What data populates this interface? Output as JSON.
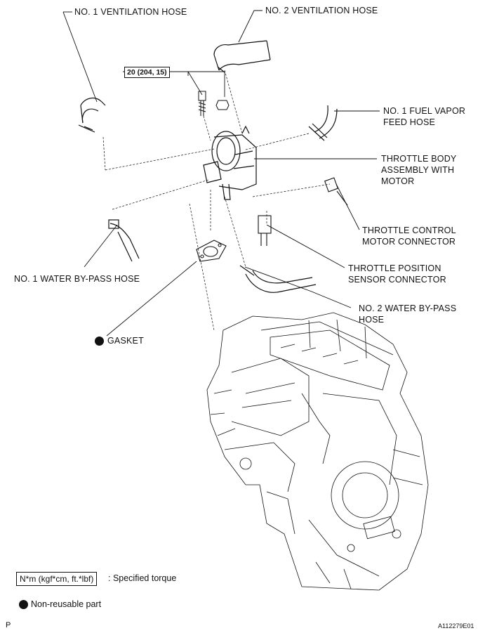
{
  "labels": {
    "no1_ventilation_hose": "NO. 1 VENTILATION HOSE",
    "no2_ventilation_hose": "NO. 2 VENTILATION HOSE",
    "no1_fuel_vapor_feed_hose": "NO. 1 FUEL VAPOR\nFEED HOSE",
    "throttle_body": "THROTTLE BODY\nASSEMBLY WITH\nMOTOR",
    "throttle_control_motor_connector": "THROTTLE CONTROL\nMOTOR CONNECTOR",
    "throttle_position_sensor_connector": "THROTTLE POSITION\nSENSOR CONNECTOR",
    "no1_water_bypass_hose": "NO. 1 WATER BY-PASS HOSE",
    "no2_water_bypass_hose": "NO. 2 WATER BY-PASS\nHOSE",
    "gasket": "GASKET"
  },
  "torque_spec": "20 (204, 15)",
  "legend": {
    "torque_box": "N*m (kgf*cm, ft.*lbf)",
    "torque_text": ": Specified torque",
    "nonreusable_text": "Non-reusable part"
  },
  "footer": {
    "left_code": "P",
    "right_code": "A112279E01"
  }
}
